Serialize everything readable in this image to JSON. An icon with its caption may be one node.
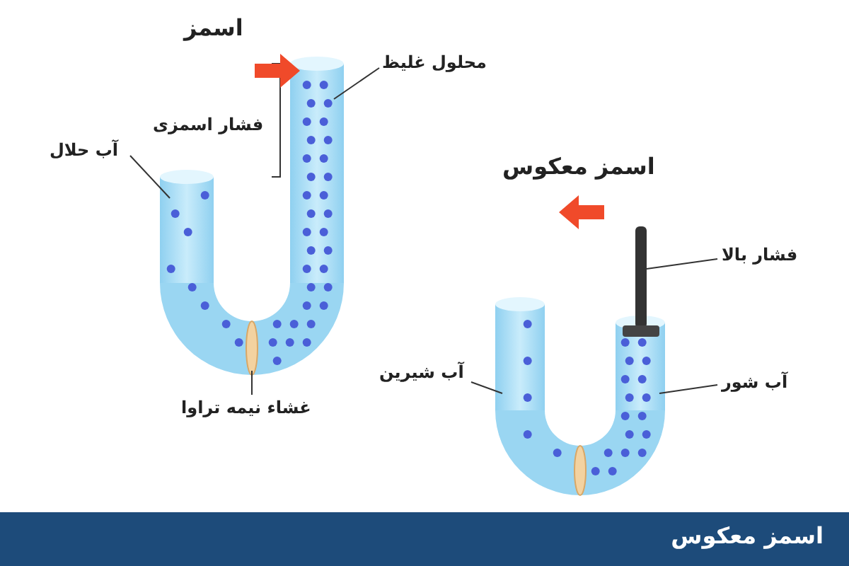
{
  "diagram": {
    "caption": "اسمز معکوس",
    "nodes": [
      {
        "text": [
          "محلول غلیظ"
        ]
      },
      {
        "text": [
          "آب حلال"
        ]
      },
      {
        "text": [
          "غشاء نیمه تراوا"
        ]
      },
      {
        "text": [
          "فشار بالا"
        ]
      },
      {
        "text": [
          "آب شور"
        ]
      },
      {
        "text": [
          "آب شیرین"
        ]
      },
      {
        "text": [],
        "shape": "tube"
      },
      {
        "text": [],
        "shape": "tube"
      },
      {
        "text": [],
        "shape": "membrane"
      },
      {
        "text": [],
        "shape": "piston"
      },
      {
        "text": [],
        "shape": "tube"
      },
      {
        "text": [],
        "shape": "tube"
      },
      {
        "text": [],
        "shape": "membrane"
      }
    ],
    "edges": [
      {
        "from": 0,
        "to": 6,
        "arrow": "none"
      },
      {
        "from": 1,
        "to": 7,
        "arrow": "none"
      },
      {
        "from": 2,
        "to": 8,
        "arrow": "none"
      },
      {
        "from": 3,
        "to": 9,
        "arrow": "none"
      },
      {
        "from": 4,
        "to": 10,
        "arrow": "none"
      },
      {
        "from": 5,
        "to": 11,
        "arrow": "none"
      }
    ],
    "labels": [
      "اسمز",
      "فشار اسمزی",
      "اسمز معکوس"
    ]
  }
}
